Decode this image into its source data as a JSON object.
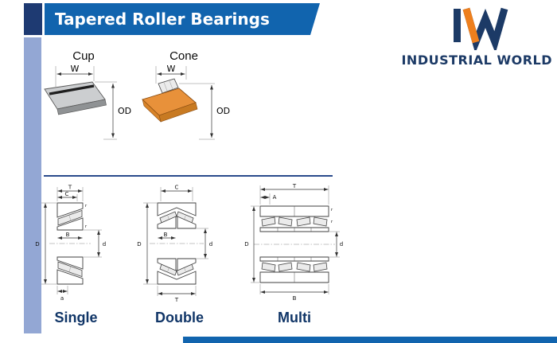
{
  "theme": {
    "headerBlue": "#1164ae",
    "navySquare": "#1e3a72",
    "sidebarBlue": "#93a7d4",
    "logoNavy": "#1c3a66",
    "logoOrange": "#ee7f1d",
    "textNavy": "#103567",
    "cupGray": "#ccced0",
    "coneOrange": "#e8913a"
  },
  "header": {
    "title": "Tapered Roller Bearings"
  },
  "logo": {
    "brand": "INDUSTRIAL WORLD"
  },
  "component_diagrams": {
    "cup": {
      "title": "Cup",
      "dim_width": "W",
      "dim_od": "OD"
    },
    "cone": {
      "title": "Cone",
      "dim_width": "W",
      "dim_od": "OD"
    }
  },
  "bearing_drawings": {
    "single": {
      "caption": "Single",
      "dims": {
        "T": "T",
        "C": "C",
        "B": "B",
        "D": "D",
        "d": "d",
        "a": "a",
        "r1": "r",
        "r2": "r"
      }
    },
    "double": {
      "caption": "Double",
      "dims": {
        "C": "C",
        "T": "T",
        "B": "B",
        "D": "D",
        "d": "d"
      }
    },
    "multi": {
      "caption": "Multi",
      "dims": {
        "T": "T",
        "A": "A",
        "B": "B",
        "D": "D",
        "d": "d",
        "r1": "r",
        "r2": "r"
      }
    }
  }
}
